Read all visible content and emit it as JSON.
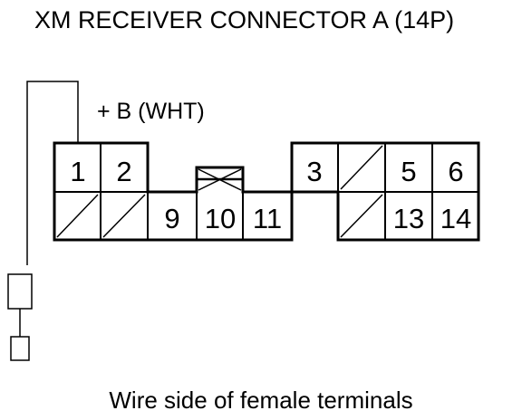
{
  "title": "XM RECEIVER CONNECTOR A (14P)",
  "wire_label": "+ B (WHT)",
  "caption": "Wire side of female terminals",
  "connector": {
    "pins_top_left": [
      "1",
      "2"
    ],
    "pin_top_middle": "3",
    "pins_top_right": [
      "5",
      "6"
    ],
    "pins_bottom_middle": [
      "9",
      "10",
      "11"
    ],
    "pins_bottom_right": [
      "13",
      "14"
    ]
  }
}
